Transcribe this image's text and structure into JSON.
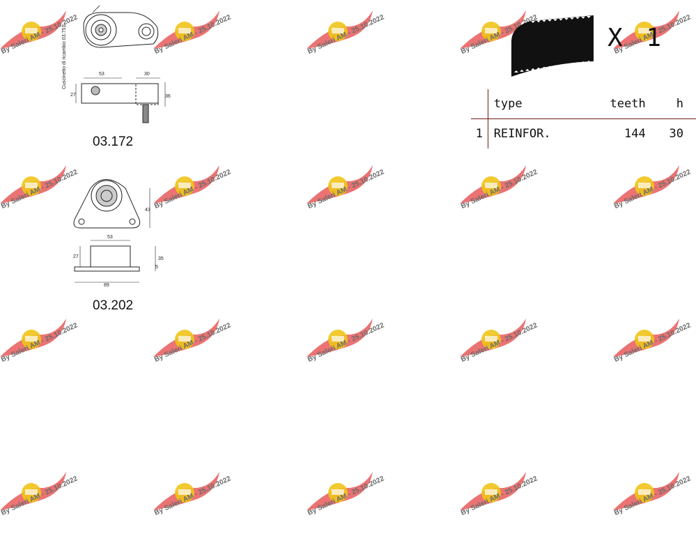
{
  "watermark": {
    "text": "By Saleri AM - 25.10.2022",
    "colors": {
      "wing": "#e85a5a",
      "disc": "#f0c419",
      "text": "#6a6a6a"
    }
  },
  "parts": [
    {
      "code": "03.172",
      "side_note": "Cuscinetto di ricambio 03.751",
      "dims": [
        "53",
        "30",
        "27",
        "36"
      ]
    },
    {
      "code": "03.202",
      "dims": [
        "43",
        "53",
        "27",
        "35",
        "5",
        "89"
      ]
    }
  ],
  "belt": {
    "icon": "toothed-belt-icon",
    "quantity": "X 1",
    "table": {
      "headers": [
        "",
        "type",
        "teeth",
        "h"
      ],
      "rows": [
        [
          "1",
          "REINFOR.",
          "144",
          "30"
        ]
      ]
    }
  }
}
